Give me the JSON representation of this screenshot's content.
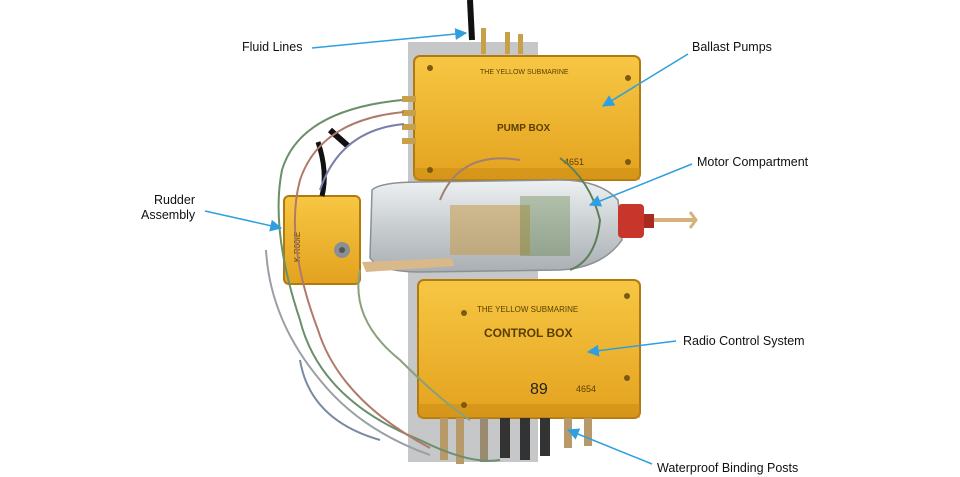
{
  "labels": {
    "fluid_lines": "Fluid Lines",
    "ballast_pumps": "Ballast Pumps",
    "motor_compartment": "Motor Compartment",
    "rudder_line1": "Rudder",
    "rudder_line2": "Assembly",
    "radio_control": "Radio Control System",
    "binding_posts": "Waterproof Binding Posts"
  },
  "device_text": {
    "pump_brand": "THE YELLOW SUBMARINE",
    "pump_title": "PUMP BOX",
    "pump_number": "4651",
    "control_brand": "THE YELLOW SUBMARINE",
    "control_title": "CONTROL BOX",
    "control_id": "89",
    "control_number": "4654",
    "rudder_text": "K-R00IE"
  },
  "colors": {
    "arrow": "#2f9fe0",
    "box_yellow": "#f2b52a",
    "box_shadow": "#c98a12",
    "bottle": "#d8dde0",
    "cap_red": "#c8352a"
  }
}
